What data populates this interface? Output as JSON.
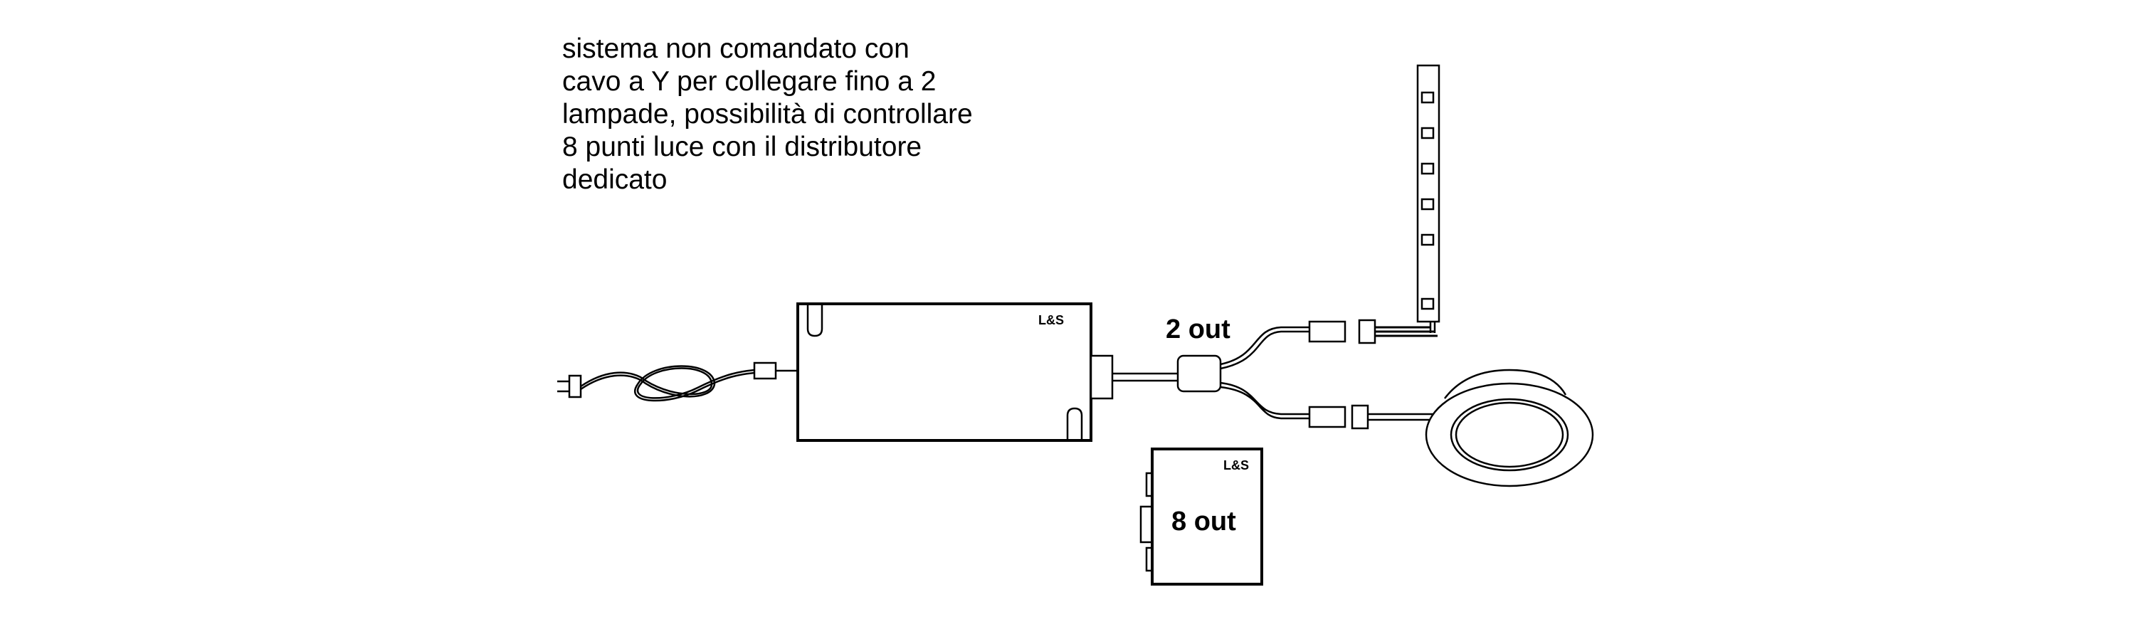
{
  "description": "sistema non comandato con\ncavo a Y per collegare fino a 2\nlampade, possibilità di controllare\n8 punti luce con il distributore\ndedicato",
  "labels": {
    "two_out": "2 out",
    "eight_out": "8 out"
  },
  "logos": {
    "driver_logo": "L&S",
    "distributor_logo": "L&S"
  }
}
